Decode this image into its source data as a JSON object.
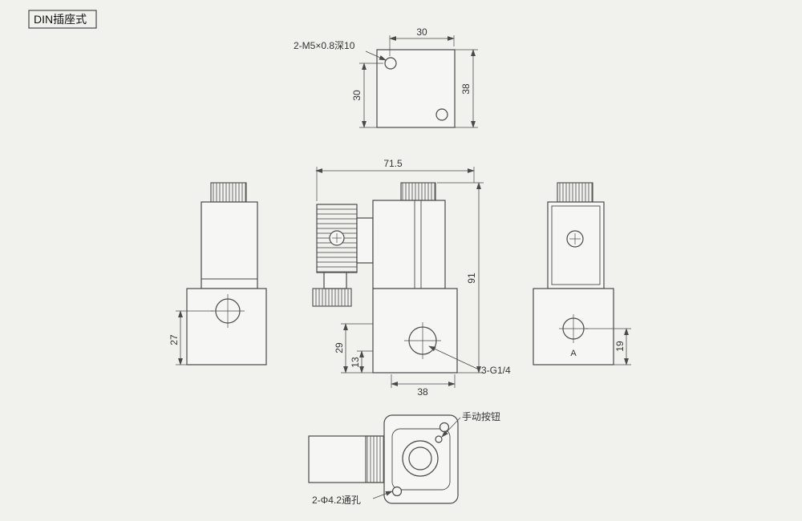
{
  "title": "DIN插座式",
  "colors": {
    "bg": "#f1f1ee",
    "line": "#4a4a4a",
    "fill": "#f6f6f4",
    "text": "#333333"
  },
  "top_view": {
    "hole_label": "2-M5×0.8深10",
    "dim_top": "30",
    "dim_left": "30",
    "dim_right": "38"
  },
  "front_view": {
    "dim_width": "71.5",
    "dim_height": "91",
    "dim_port_height": "29",
    "dim_port_offset": "13",
    "dim_body_width": "38",
    "port_label": "3-G1/4"
  },
  "left_view": {
    "dim_port_height": "27"
  },
  "right_view": {
    "dim_port_height": "19",
    "port_mark": "A"
  },
  "bottom_view": {
    "manual_button_label": "手动按钮",
    "through_hole_label": "2-Φ4.2通孔"
  }
}
